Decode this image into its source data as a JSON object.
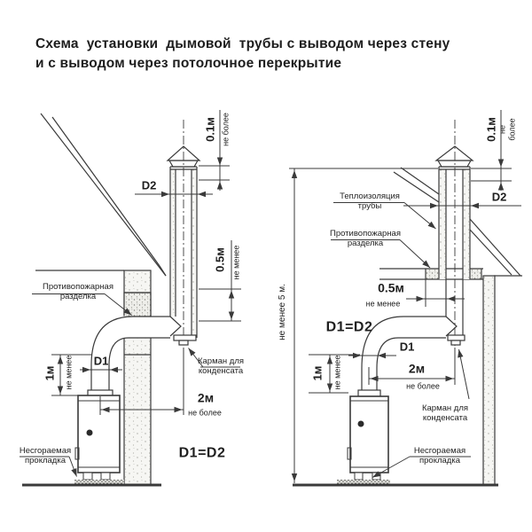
{
  "colors": {
    "background": "#ffffff",
    "line": "#3a3a3a",
    "text": "#1f1f1f"
  },
  "title": {
    "line1": "Схема  установки  дымовой  трубы с выводом через стену",
    "line2": "и с выводом через потолочное перекрытие"
  },
  "left": {
    "dim_top": "0.1м",
    "dim_top_note": "не более",
    "d2": "D2",
    "dim_mid": "0.5м",
    "dim_mid_note": "не менее",
    "fire_cut": "Противопожарная\nразделка",
    "dim_riser": "1м",
    "dim_riser_note": "не менее",
    "d1": "D1",
    "dim_run": "2м",
    "dim_run_note": "не более",
    "condensate": "Карман для\nконденсата",
    "pad": "Несгораемая\nпрокладка",
    "equality": "D1=D2"
  },
  "right": {
    "dim_top": "0.1м",
    "dim_top_note": "не более",
    "d2": "D2",
    "insulation": "Теплоизоляция\nтрубы",
    "fire_cut": "Противопожарная\nразделка",
    "min_height": "не менее 5 м.",
    "dim_mid": "0.5м",
    "dim_mid_note": "не менее",
    "equality": "D1=D2",
    "d1": "D1",
    "dim_riser": "1м",
    "dim_riser_note": "не менее",
    "dim_run": "2м",
    "dim_run_note": "не более",
    "condensate": "Карман для\nконденсата",
    "pad": "Несгораемая\nпрокладка"
  }
}
